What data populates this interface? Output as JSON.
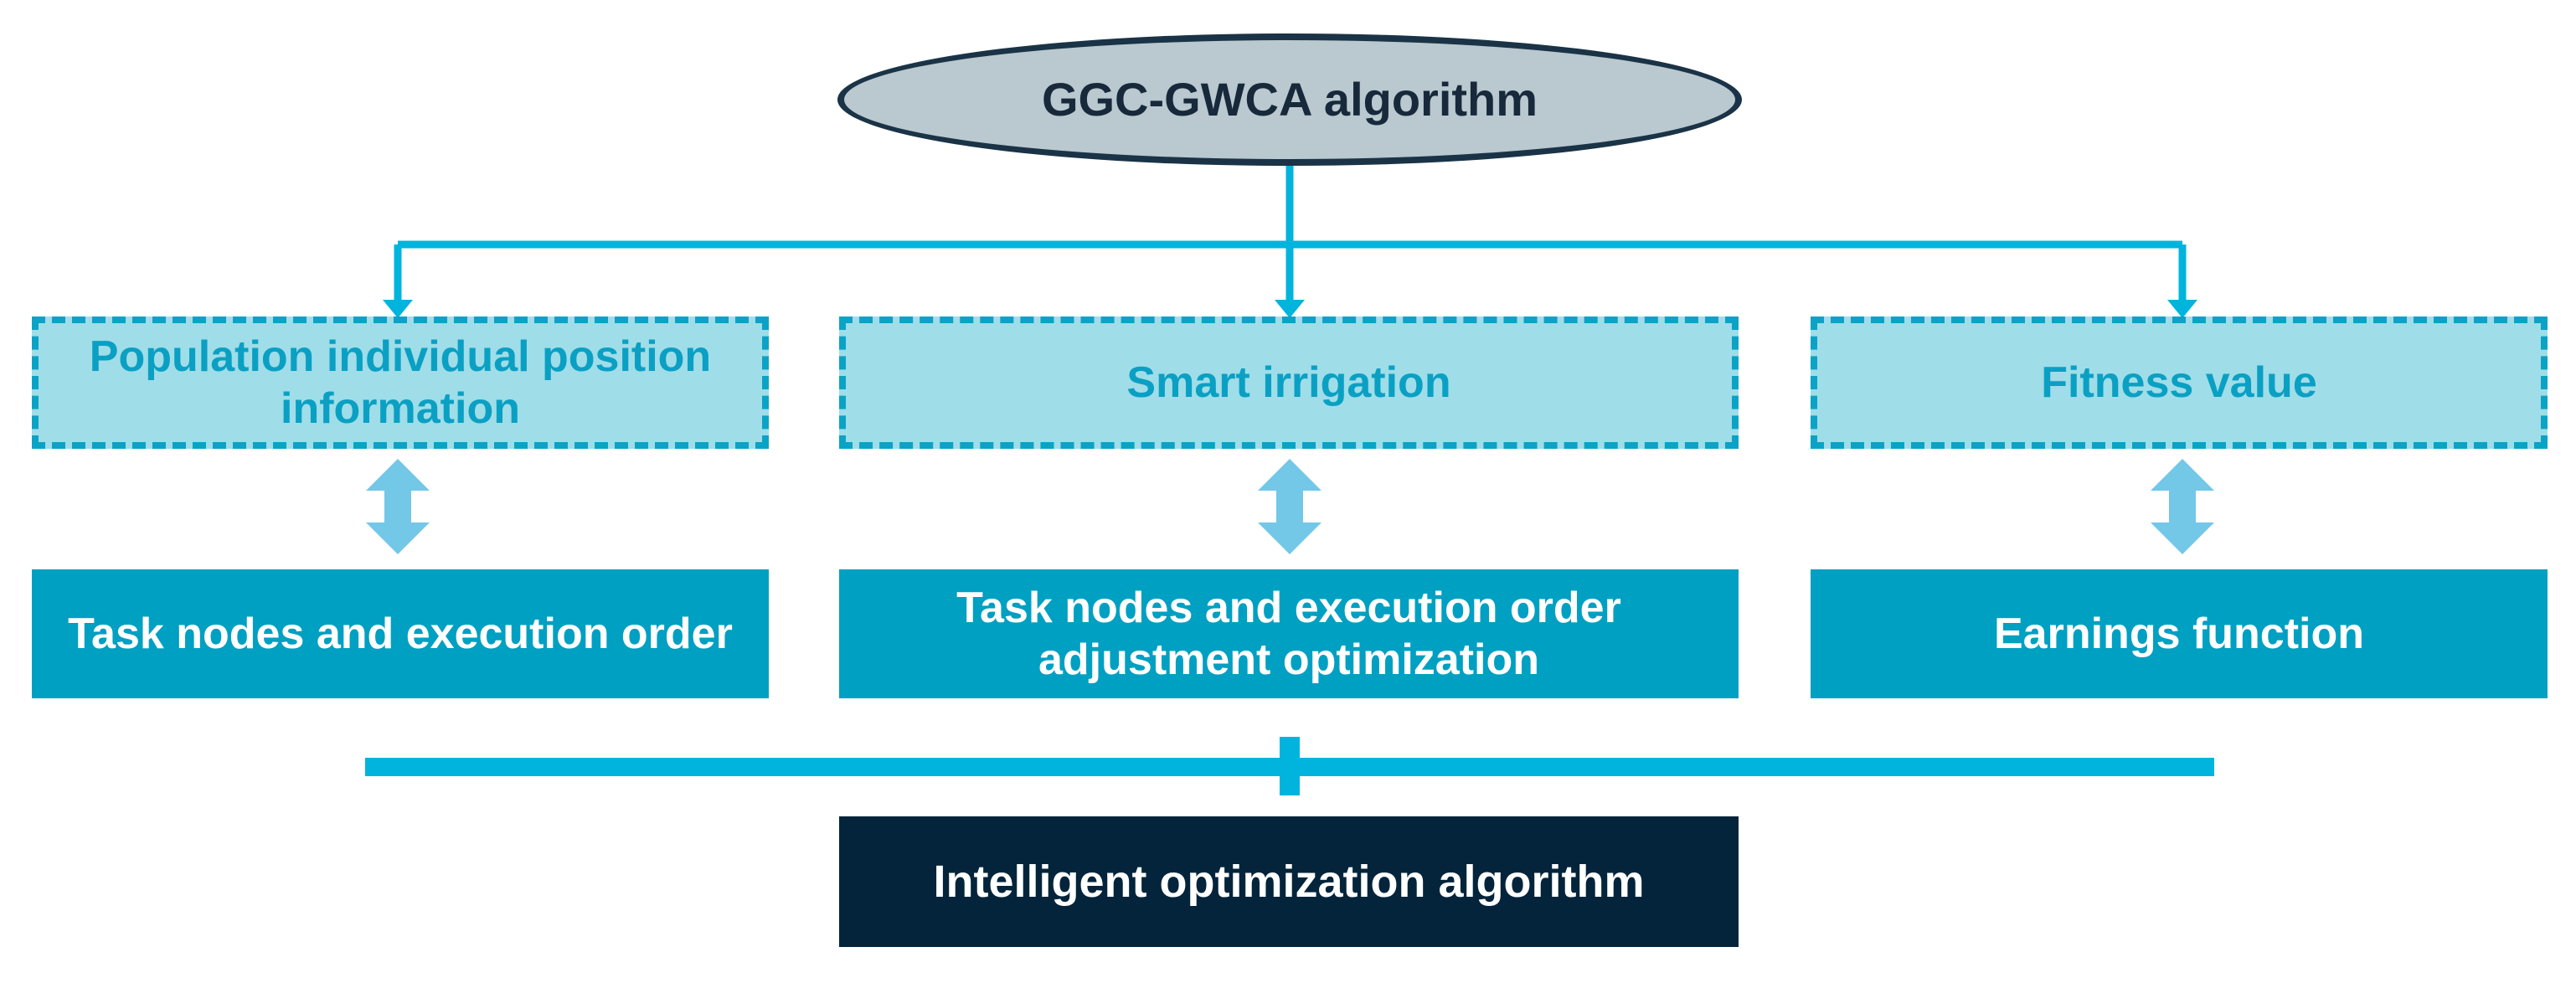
{
  "root": {
    "label": "GGC-GWCA algorithm"
  },
  "top_boxes": [
    {
      "label": "Population individual position information"
    },
    {
      "label": "Smart irrigation"
    },
    {
      "label": "Fitness value"
    }
  ],
  "mid_boxes": [
    {
      "label": "Task nodes and execution order"
    },
    {
      "label": "Task nodes and execution order adjustment optimization"
    },
    {
      "label": "Earnings function"
    }
  ],
  "bottom": {
    "label": "Intelligent optimization algorithm"
  },
  "colors": {
    "connector": "#00b4de",
    "double_arrow": "#73c7e7",
    "root_fill": "#bac8cf",
    "root_border": "#1a3346",
    "top_fill": "#9fdde8",
    "top_border": "#0aa3c6",
    "mid_fill": "#00a0c2",
    "bottom_fill": "#03243b"
  }
}
